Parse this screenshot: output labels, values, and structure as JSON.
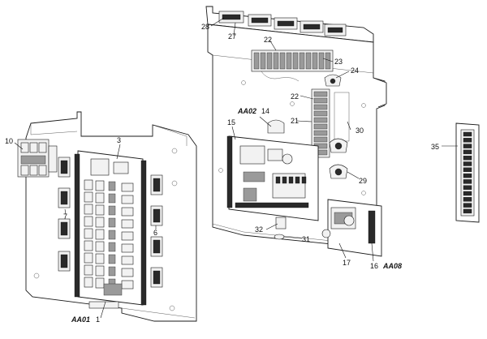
{
  "callouts": {
    "n1": "1",
    "n3": "3",
    "n6": "6",
    "n7": "7",
    "n10": "10",
    "n14": "14",
    "n15": "15",
    "n16": "16",
    "n17": "17",
    "n21": "21",
    "n22a": "22",
    "n22b": "22",
    "n23": "23",
    "n24": "24",
    "n27": "27",
    "n28": "28",
    "n29": "29",
    "n30": "30",
    "n31": "31",
    "n32": "32",
    "n35": "35"
  },
  "assemblies": {
    "aa01": "AA01",
    "aa02": "AA02",
    "aa08": "AA08"
  }
}
